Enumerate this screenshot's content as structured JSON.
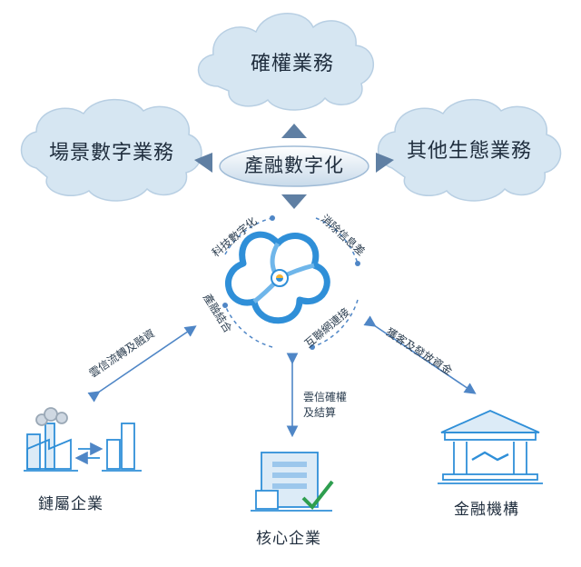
{
  "clouds": {
    "top": "確權業務",
    "left": "場景數字業務",
    "right": "其他生態業務"
  },
  "center": "產融數字化",
  "cycle": {
    "top_left": "科技數字化",
    "top_right": "消除信息差",
    "bottom_left": "產融結合",
    "bottom_right": "互聯網連接"
  },
  "edges": {
    "left": "雲信流轉及融資",
    "middle_line1": "雲信確權",
    "middle_line2": "及結算",
    "right": "獲客及發放資金"
  },
  "entities": {
    "left": "鏈屬企業",
    "middle": "核心企業",
    "right": "金融機構"
  },
  "colors": {
    "cloud_fill": "#d6e6f2",
    "cloud_stroke": "#b8cfe3",
    "arrow": "#4f86c6",
    "logo_blue": "#2f8fd8",
    "check_green": "#2e9e4f"
  }
}
